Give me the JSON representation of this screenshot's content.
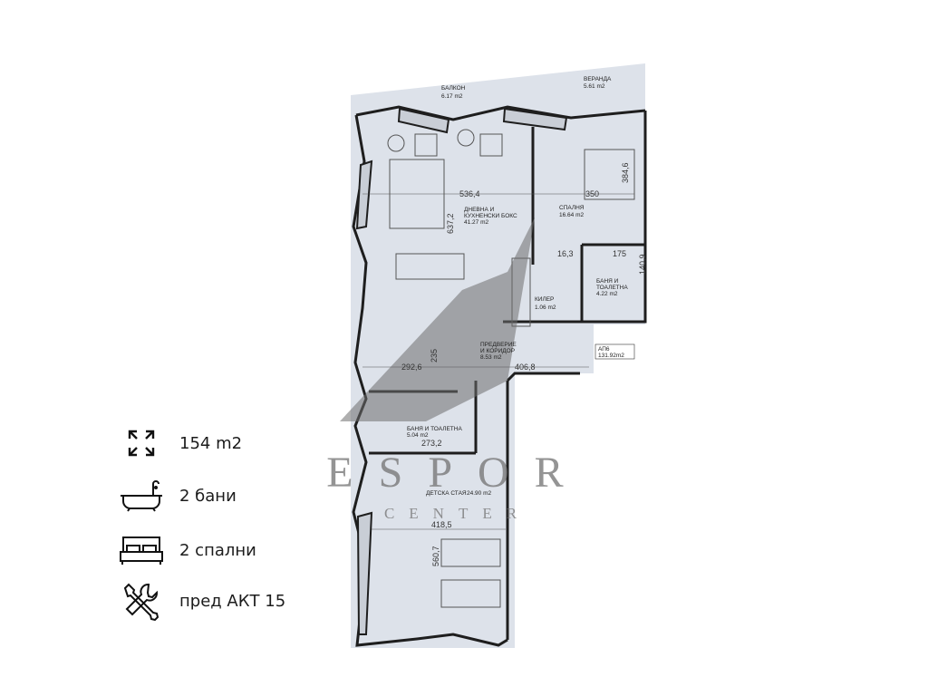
{
  "features": [
    {
      "icon": "expand-arrows-icon",
      "label": "154 m2"
    },
    {
      "icon": "bathtub-icon",
      "label": "2 бани"
    },
    {
      "icon": "bed-icon",
      "label": "2 спални"
    },
    {
      "icon": "tools-icon",
      "label": "пред АКТ 15"
    }
  ],
  "plan": {
    "rooms": [
      {
        "name": "БАЛКОН",
        "area": "6.17 m2"
      },
      {
        "name": "ВЕРАНДА",
        "area": "5.61 m2"
      },
      {
        "name": "ДНЕВНА И",
        "name2": "КУХНЕНСКИ БОКС",
        "area": "41.27 m2"
      },
      {
        "name": "СПАЛНЯ",
        "area": "16.64 m2"
      },
      {
        "name": "БАНЯ И",
        "name2": "ТОАЛЕТНА",
        "area": "4.22 m2"
      },
      {
        "name": "КИЛЕР",
        "area": "1.06 m2"
      },
      {
        "name": "ПРЕДВЕРИЕ",
        "name2": "И КОРИДОР",
        "area": "8.53 m2"
      },
      {
        "name": "БАНЯ И ТОАЛЕТНА",
        "area": "5.04 m2"
      },
      {
        "name": "ДЕТСКА СТАЯ",
        "area": "24.90 m2"
      }
    ],
    "apartment": {
      "name": "АП6",
      "area": "131.92m2"
    },
    "dimensions": [
      "536,4",
      "350",
      "384,6",
      "637,2",
      "16,3",
      "175",
      "140,9",
      "292,6",
      "406,8",
      "235",
      "273,2",
      "418,5",
      "560,7"
    ],
    "watermark": {
      "main": "ESPOR",
      "sub": "CENTER"
    }
  },
  "colors": {
    "floor": "#dde2ea",
    "wall": "#1e1e1e",
    "watermark": "#7a7a7a"
  }
}
